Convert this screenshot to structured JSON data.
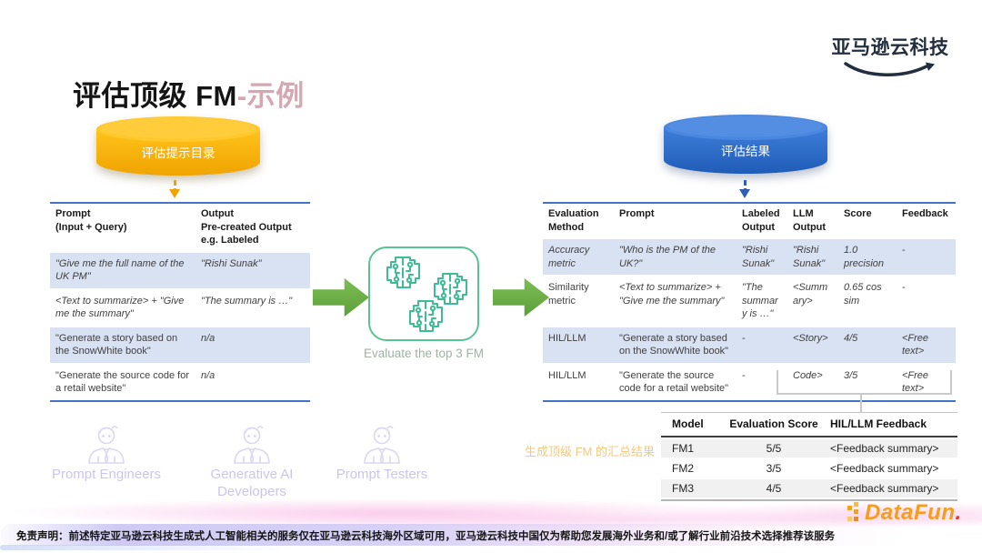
{
  "brand": {
    "aws_logo_text": "亚马逊云科技",
    "datafun_logo_text": "DataFun",
    "datafun_logo_dot": "."
  },
  "title": {
    "main": "评估顶级 FM",
    "accent": "-示例"
  },
  "flow": {
    "prompt_catalog_label": "评估提示目录",
    "results_store_label": "评估结果",
    "evaluate_caption": "Evaluate the top 3 FM",
    "summary_caption": "生成顶级 FM 的汇总结果"
  },
  "left_table": {
    "header": {
      "col1_line1": "Prompt",
      "col1_line2": "(Input + Query)",
      "col2_line1": "Output",
      "col2_line2": "Pre-created Output e.g. Labeled"
    },
    "rows": [
      {
        "prompt": "\"Give me the full name of the UK PM\"",
        "output": "\"Rishi Sunak\""
      },
      {
        "prompt": "<Text to summarize> + \"Give me the summary\"",
        "output": "\"The summary is …\""
      },
      {
        "prompt": "\"Generate a story based on the SnowWhite book\"",
        "output": "n/a"
      },
      {
        "prompt": "\"Generate the source code for a retail website\"",
        "output": "n/a"
      }
    ]
  },
  "right_table": {
    "headers": [
      "Evaluation Method",
      "Prompt",
      "Labeled Output",
      "LLM Output",
      "Score",
      "Feedback"
    ],
    "rows": [
      {
        "method": "Accuracy metric",
        "prompt": "\"Who is the PM of the UK?\"",
        "labeled": "\"Rishi Sunak\"",
        "llm": "\"Rishi Sunak\"",
        "score": "1.0 precision",
        "feedback": "-"
      },
      {
        "method": "Similarity metric",
        "prompt": "<Text to summarize> + \"Give me the summary\"",
        "labeled": "\"The summary is …\"",
        "llm": "<Summary>",
        "score": "0.65 cos sim",
        "feedback": "-"
      },
      {
        "method": "HIL/LLM",
        "prompt": "\"Generate a story based on the SnowWhite book\"",
        "labeled": "-",
        "llm": "<Story>",
        "score": "4/5",
        "feedback": "<Free text>"
      },
      {
        "method": "HIL/LLM",
        "prompt": "\"Generate the source code for a retail website\"",
        "labeled": "-",
        "llm": "Code>",
        "score": "3/5",
        "feedback": "<Free text>"
      }
    ]
  },
  "summary_table": {
    "headers": [
      "Model",
      "Evaluation Score",
      "HIL/LLM Feedback"
    ],
    "rows": [
      {
        "model": "FM1",
        "score": "5/5",
        "feedback": "<Feedback summary>"
      },
      {
        "model": "FM2",
        "score": "3/5",
        "feedback": "<Feedback summary>"
      },
      {
        "model": "FM3",
        "score": "4/5",
        "feedback": "<Feedback summary>"
      }
    ]
  },
  "personas": [
    {
      "label": "Prompt Engineers"
    },
    {
      "label": "Generative AI Developers"
    },
    {
      "label": "Prompt Testers"
    }
  ],
  "footer": {
    "disclaimer": "免责声明：前述特定亚马逊云科技生成式人工智能相关的服务仅在亚马逊云科技海外区域可用，亚马逊云科技中国仅为帮助您发展海外业务和/或了解行业前沿技术选择推荐该服务"
  },
  "colors": {
    "accent_title": "#D4A7B2",
    "cylinder_yellow": "#FFBB00",
    "cylinder_blue": "#2E6BCB",
    "arrow_green": "#70AD47",
    "row_highlight_blue": "#D9E2F3",
    "table_border_blue": "#4472C4",
    "brain_teal": "#3DBD93",
    "persona_purple": "#CBC5EE",
    "summary_caption_orange": "#F4C87D"
  }
}
